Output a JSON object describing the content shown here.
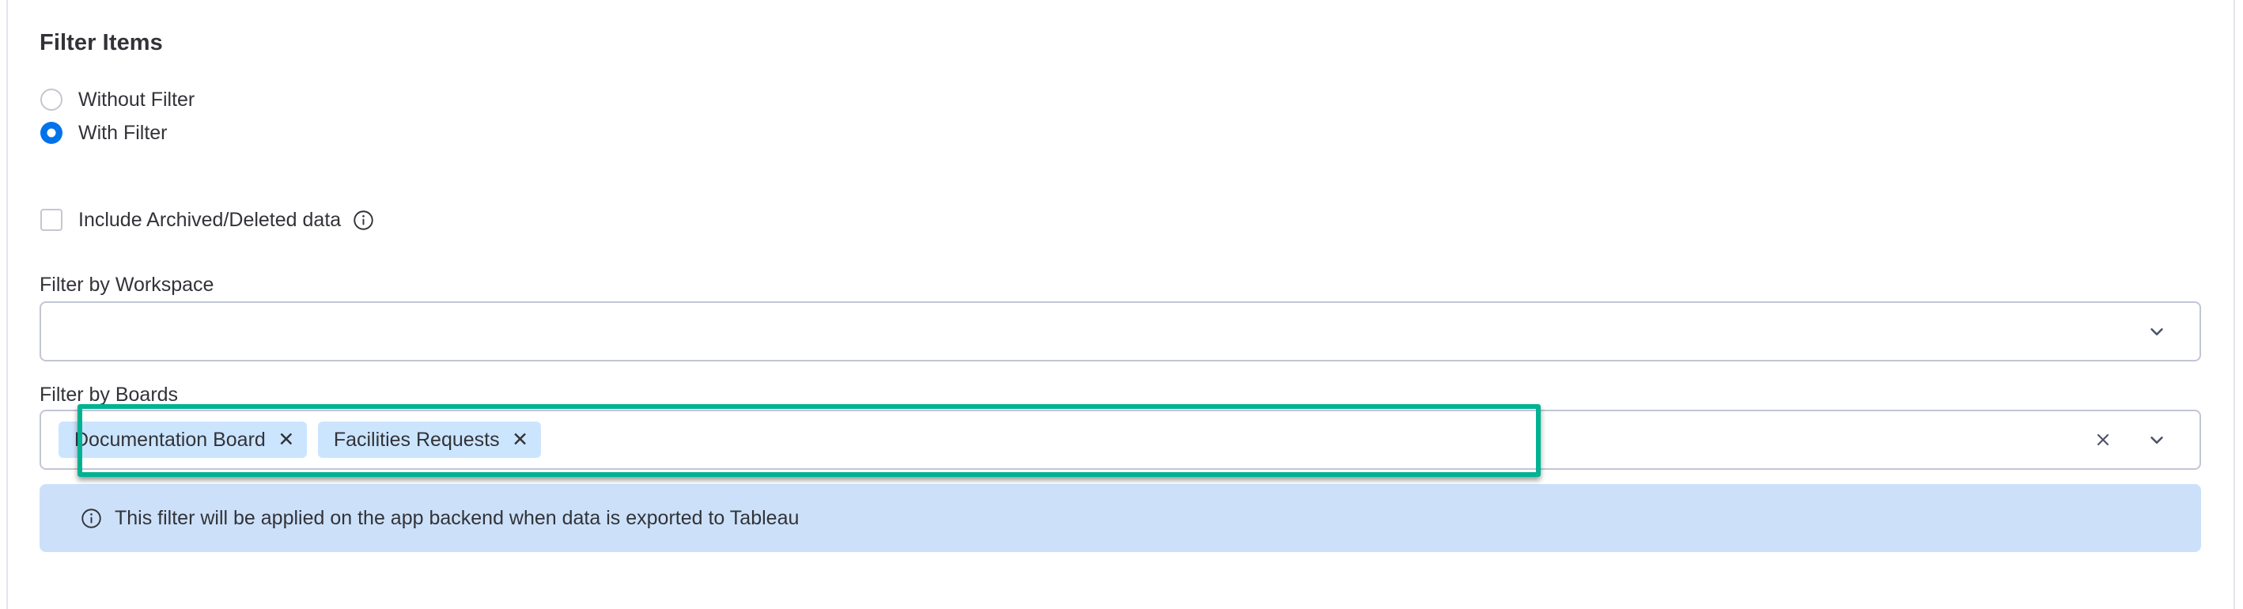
{
  "panel": {
    "title": "Filter Items"
  },
  "filter_mode": {
    "options": [
      {
        "label": "Without Filter",
        "selected": false
      },
      {
        "label": "With Filter",
        "selected": true
      }
    ]
  },
  "archived": {
    "label": "Include Archived/Deleted data",
    "checked": false,
    "info_icon": "info-circle-icon"
  },
  "workspace": {
    "label": "Filter by Workspace",
    "value": "",
    "placeholder": "",
    "dropdown_icon": "chevron-down-icon"
  },
  "boards": {
    "label": "Filter by Boards",
    "chips": [
      {
        "label": "Documentation Board",
        "remove_icon": "close-icon"
      },
      {
        "label": "Facilities Requests",
        "remove_icon": "close-icon"
      }
    ],
    "clear_icon": "close-icon",
    "dropdown_icon": "chevron-down-icon"
  },
  "notice": {
    "icon": "info-circle-icon",
    "text": "This filter will be applied on the app backend when data is exported to Tableau"
  },
  "colors": {
    "accent_blue": "#0073ea",
    "highlight_green": "#00b192",
    "chip_bg": "#cce5ff",
    "banner_bg": "#cce1f9",
    "text": "#323338",
    "border": "#c3c6d4"
  }
}
